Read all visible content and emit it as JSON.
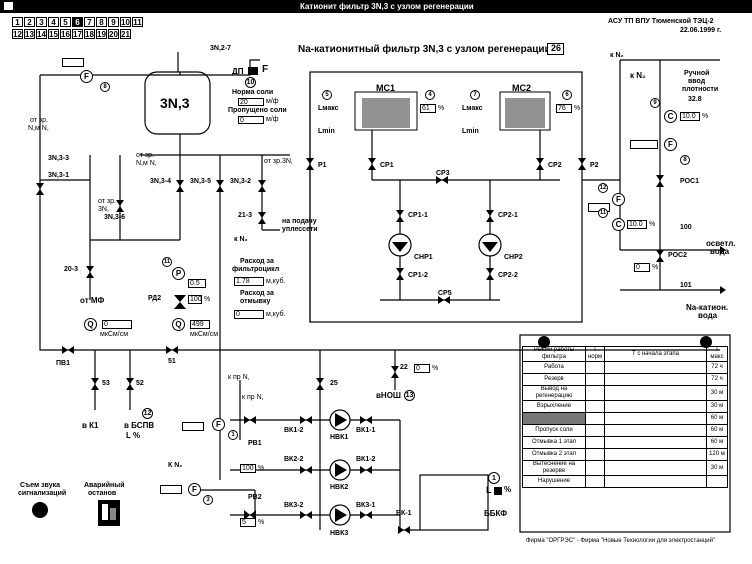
{
  "window": {
    "title": "Катионит фильтр 3N,3 с узлом регенерации"
  },
  "header": {
    "org": "АСУ ТП ВПУ Тюменской ТЭЦ-2",
    "date": "22.06.1999 г.",
    "main_title": "Na-катионитный фильтр 3N,3 с узлом регенерации.",
    "filter_number": "26",
    "filter_buttons_row1": [
      "1",
      "2",
      "3",
      "4",
      "5",
      "6",
      "7",
      "8",
      "9",
      "10",
      "11"
    ],
    "filter_buttons_row2": [
      "12",
      "13",
      "14",
      "15",
      "16",
      "17",
      "18",
      "19",
      "20",
      "21"
    ]
  },
  "tank": {
    "label": "3N,3"
  },
  "labels": {
    "v3n27": "3N,2-7",
    "dp": "ДП",
    "dp_f": "F",
    "norma_soli": "Норма соли",
    "propusheno_soli": "Пропущено соли",
    "unit_kgt": "м/ф",
    "unit_kg": "м/ф",
    "c10": "10",
    "ot_zp1": "от зр.",
    "ot_zp1b": "N,м N,",
    "ot_zp2": "от зр.",
    "ot_zp2b": "N,м N,",
    "ot_zp3": "от зр.",
    "ot_zp3b": "3N,",
    "ot_zp4": "от зр.3N,",
    "v3n33": "3N,3-3",
    "v3n31": "3N,3-1",
    "v3n36": "3N,3-6",
    "v3n34": "3N,3-4",
    "v3n35": "3N,3-5",
    "v3n32": "3N,3-2",
    "v203": "20-3",
    "ot_mf": "от МФ",
    "v213": "21-3",
    "kN2a": "к N₂",
    "na_podachu": "на подачу",
    "uplesseti": "уплессети",
    "rashod_filtr": "Расход за",
    "rashod_filtr2": "фильтроцикл",
    "rashod_otmyvku": "Расход за",
    "rashod_otmyvku2": "отмывку",
    "unit_m3a": "м,куб.",
    "unit_m3b": "м,куб.",
    "rd2": "РД2",
    "pct1": "%",
    "mkSm1": "мкСм/см",
    "mkSm2": "мкСм/см",
    "c8": "8",
    "c11": "11",
    "q": "Q",
    "p": "P",
    "f": "F",
    "c": "C",
    "ms1": "МС1",
    "ms2": "МС2",
    "lmax": "Lмакс",
    "lmin": "Lmin",
    "pct_ms1": "61",
    "pct_ms2": "76",
    "c5": "5",
    "c4": "4",
    "c7": "7",
    "c6": "6",
    "p1": "P1",
    "p2": "P2",
    "sr1": "СР1",
    "sr2": "СР2",
    "sr3": "СР3",
    "sr11": "СР1-1",
    "sr21": "СР2-1",
    "snr1": "СНР1",
    "snr2": "СНР2",
    "sr12": "СР1-2",
    "sr22": "СР2-2",
    "sr5": "СР5",
    "kN2b": "к N₂",
    "kN2c": "к N₂",
    "ruchnoy1": "Ручной",
    "ruchnoy2": "ввод",
    "ruchnoy3": "плотности",
    "dens": "32.8",
    "c9": "9",
    "cval": "10.0",
    "c8b": "8",
    "pos1": "РОС1",
    "c12": "12",
    "c11b": "11",
    "pos2": "РОС2",
    "pct_pos2": "0",
    "v100": "100",
    "v101": "101",
    "osv_voda": "осветл.",
    "osv_voda2": "вода",
    "nakat_voda": "Na-катион.",
    "nakat_voda2": "вода",
    "pv1": "ПВ1",
    "v53": "53",
    "v52": "52",
    "v51": "51",
    "v25": "25",
    "v22": "22",
    "k1": "в К1",
    "bespv": "в БСПВ",
    "c12b": "12",
    "l_pct": "L   %",
    "vnosh": "вНОШ",
    "c13": "13",
    "kNc": "к пр N,",
    "kNd": "к пр N,",
    "rv1": "РВ1",
    "rv1_pct": "100",
    "rv2": "РВ2",
    "rv2_pct": "5",
    "c1": "1",
    "c3": "3",
    "kN2e": "К N₂",
    "vk12": "ВК1-2",
    "vk11": "ВК1-1",
    "vk22": "ВК2-2",
    "vk21": "ВК1-2",
    "vk32": "ВК3-2",
    "vk31": "ВК3-1",
    "nvk1": "НВК1",
    "nvk2": "НВК2",
    "nvk3": "НВК3",
    "vk1": "ВК-1",
    "bbkf": "ББКФ",
    "c1b": "1",
    "bbkf_l": "L",
    "bbkf_pct": "%",
    "sound1": "Съем звука",
    "sound2": "сигнализаций",
    "emergency1": "Аварийный",
    "emergency2": "останов",
    "firm": "Фирма \"ОРГРЭС\" - Фирма \"Новые Технологии для электростанций\""
  },
  "values": {
    "norma_soli": "20",
    "propusheno_soli": "0",
    "rashod_filtr": "1.78",
    "rashod_otmyvku": "0",
    "rd2_pct": "100",
    "p_val": "0.5",
    "cond": "499",
    "pct_22": "0",
    "cond2": "0"
  },
  "mode_table": {
    "col1": "Режим работы фильтра",
    "col2": "Т норм",
    "col3": "Т с начала этапа",
    "col4": "Т макс",
    "rows": [
      {
        "name": "Работа",
        "tmax": "72 ч"
      },
      {
        "name": "Резерв",
        "tmax": "72 ч"
      },
      {
        "name": "Вывод на регенерацию",
        "tmax": "30 м"
      },
      {
        "name": "Взрыхление",
        "tmax": "30 м"
      },
      {
        "name": "",
        "tmax": "60 м"
      },
      {
        "name": "Пропуск соли",
        "tmax": "60 м"
      },
      {
        "name": "Отмывка 1 этап",
        "tmax": "60 м"
      },
      {
        "name": "Отмывка 2 этап",
        "tmax": "120 м"
      },
      {
        "name": "Вытеснение на резерве",
        "tmax": "30 м"
      },
      {
        "name": "Нарушение",
        "tmax": ""
      }
    ]
  }
}
